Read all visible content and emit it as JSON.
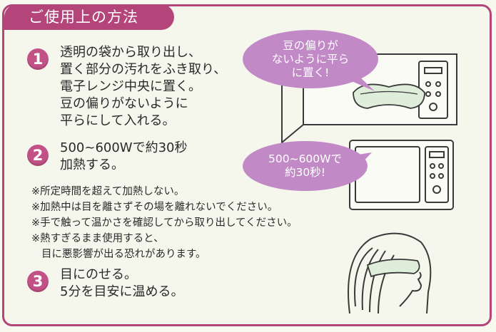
{
  "title": "ご使用上の方法",
  "steps": [
    {
      "number": "1",
      "lines": [
        "透明の袋から取り出し、",
        "置く部分の汚れをふき取り、",
        "電子レンジ中央に置く。",
        "豆の偏りがないように",
        "平らにして入れる。"
      ]
    },
    {
      "number": "2",
      "lines": [
        "500~600Wで約30秒",
        "加熱する。"
      ]
    },
    {
      "number": "3",
      "lines": [
        "目にのせる。",
        "5分を目安に温める。"
      ]
    }
  ],
  "notes": [
    "※所定時間を超えて加熱しない。",
    "※加熱中は目を離さずその場を離れないでください。",
    "※手で触って温かさを確認してから取り出してください。",
    "※熱すぎるまま使用すると、",
    "目に悪影響が出る恐れがあります。"
  ],
  "bubbles": [
    {
      "lines": [
        "豆の偏りが",
        "ないように平ら",
        "に置く!"
      ]
    },
    {
      "lines": [
        "500~600Wで",
        "約30秒!"
      ]
    }
  ],
  "colors": {
    "accent": "#b3457b",
    "bubble": "#c18ac7",
    "line": "#3a3a3a"
  }
}
